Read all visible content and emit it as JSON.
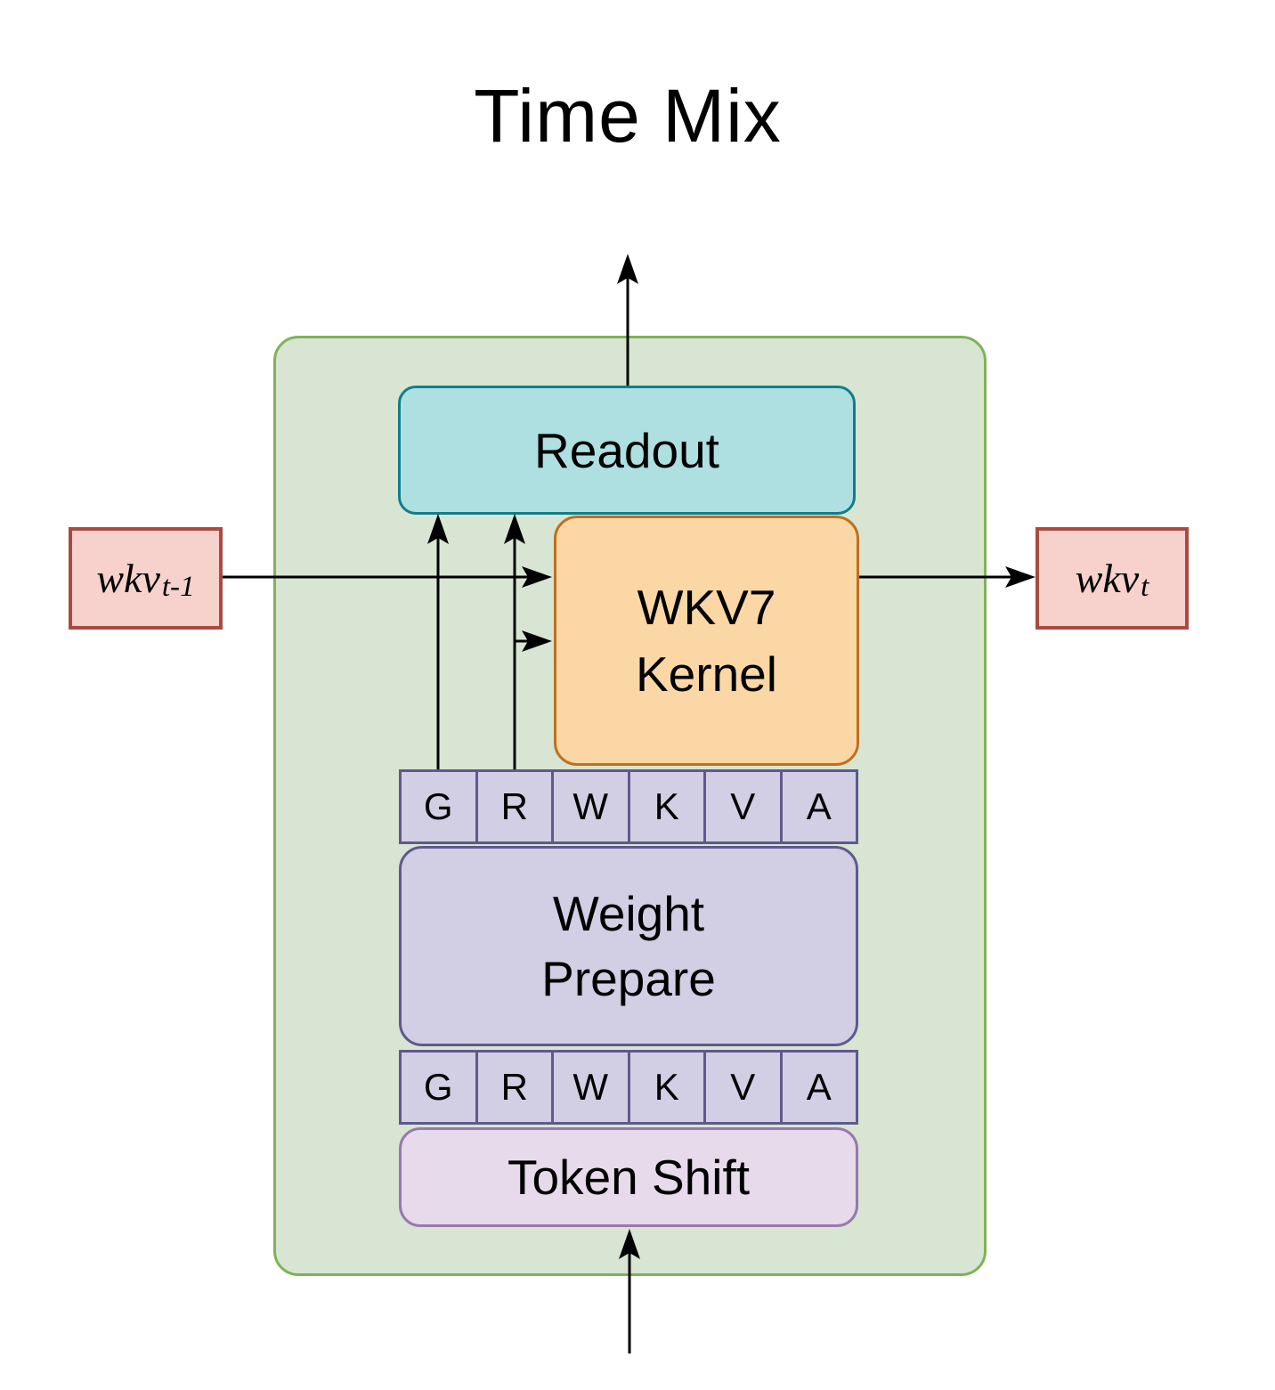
{
  "title": "Time Mix",
  "diagram": {
    "readout": {
      "label": "Readout"
    },
    "wkv7_kernel": {
      "line1": "WKV7",
      "line2": "Kernel"
    },
    "gates": [
      "G",
      "R",
      "W",
      "K",
      "V",
      "A"
    ],
    "weight_prepare": {
      "line1": "Weight",
      "line2": "Prepare"
    },
    "token_shift": {
      "label": "Token Shift"
    },
    "wkv_prev": {
      "base": "wkv",
      "sub": "t-1"
    },
    "wkv_next": {
      "base": "wkv",
      "sub": "t"
    }
  },
  "colors": {
    "container_fill": "#d7e5d2",
    "container_stroke": "#7eb356",
    "readout_fill": "#aee0e2",
    "readout_stroke": "#117e8a",
    "kernel_fill": "#fad7a4",
    "kernel_stroke": "#bf701d",
    "gate_fill": "#d2cee4",
    "gate_stroke": "#5e5a8c",
    "token_shift_fill": "#e6daeb",
    "token_shift_stroke": "#9a77ad",
    "wkv_fill": "#f7d1cc",
    "wkv_stroke": "#ab4a41",
    "arrow": "#000000"
  }
}
